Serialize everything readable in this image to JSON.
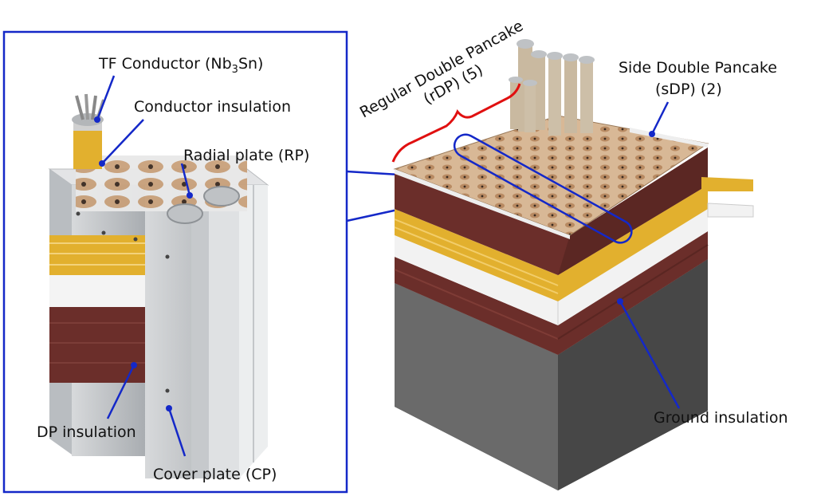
{
  "labels": {
    "tf_conductor_main": "TF Conductor (Nb",
    "tf_conductor_sub": "3",
    "tf_conductor_tail": "Sn)",
    "conductor_insulation": "Conductor insulation",
    "radial_plate": "Radial plate (RP)",
    "dp_insulation": "DP insulation",
    "cover_plate": "Cover plate (CP)",
    "regular_dp_line1": "Regular Double Pancake",
    "regular_dp_line2": "(rDP) (5)",
    "side_dp_line1": "Side Double Pancake",
    "side_dp_line2": "(sDP) (2)",
    "ground_insulation": "Ground insulation"
  },
  "colors": {
    "callout_line": "#1428c8",
    "bracket": "#e01010",
    "steel": "#c9ccce",
    "steel_dark": "#9ea3a7",
    "yellow_insulation": "#e2b02e",
    "white_insulation": "#f2f2f2",
    "brown_insulation": "#6b2e2a",
    "ground_gray": "#5c5c5c",
    "conductor_tan": "#c8a07a"
  },
  "icons": {
    "callout_marker": "dot-icon"
  }
}
